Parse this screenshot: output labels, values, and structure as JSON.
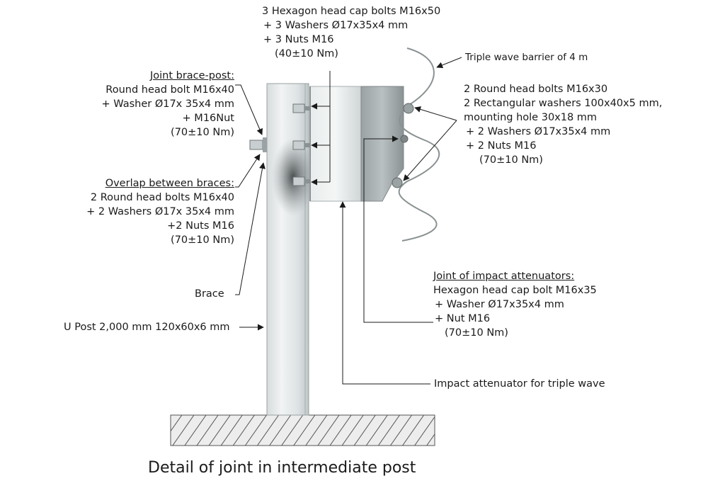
{
  "caption": "Detail of joint in intermediate post",
  "labels": {
    "hex_bolts": {
      "lines": [
        "3 Hexagon head cap bolts M16x50",
        "+ 3 Washers Ø17x35x4 mm",
        "+ 3  Nuts M16",
        "(40±10 Nm)"
      ]
    },
    "triple_wave": {
      "text": "Triple wave barrier of 4 m"
    },
    "joint_brace_post": {
      "title": "Joint brace-post:",
      "lines": [
        "Round head bolt M16x40",
        "+ Washer Ø17x 35x4 mm",
        "+ M16Nut",
        "(70±10 Nm)"
      ]
    },
    "round_bolts_barrier": {
      "lines": [
        "2 Round head bolts M16x30",
        "2 Rectangular washers 100x40x5 mm,",
        "mounting hole 30x18 mm",
        "+ 2 Washers Ø17x35x4 mm",
        "+ 2  Nuts M16",
        "(70±10 Nm)"
      ]
    },
    "overlap": {
      "title": "Overlap between braces:",
      "lines": [
        "2 Round head bolts M16x40",
        "+ 2 Washers Ø17x 35x4 mm",
        "+2 Nuts M16",
        "(70±10 Nm)"
      ]
    },
    "brace": {
      "text": "Brace"
    },
    "u_post": {
      "text": "U Post 2,000 mm 120x60x6 mm"
    },
    "impact_joint": {
      "title": "Joint of impact attenuators:",
      "lines": [
        "Hexagon head cap bolt M16x35",
        "+ Washer Ø17x35x4 mm",
        "+ Nut M16",
        "(70±10 Nm)"
      ]
    },
    "impact_attenuator": {
      "text": "Impact attenuator for triple wave"
    }
  },
  "colors": {
    "ink": "#1a1a1a",
    "steel_light": "#e8eced",
    "steel_mid": "#c4cbcc",
    "steel_dark": "#7f8789",
    "ground_hatch": "#555555",
    "ground_fill": "#ededed"
  }
}
